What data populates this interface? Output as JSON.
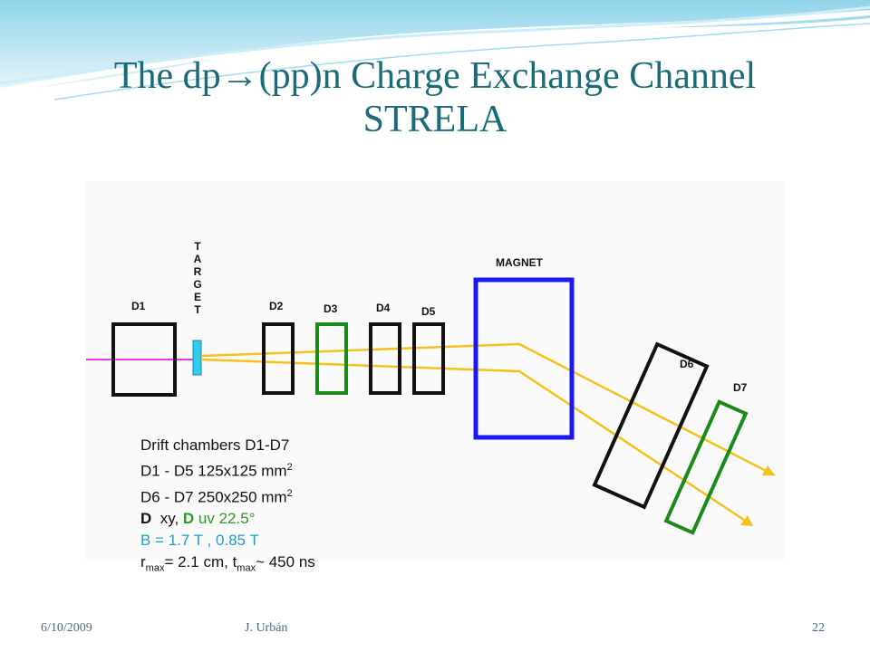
{
  "title": {
    "line1": "The dp→(pp)n Charge Exchange Channel",
    "line2": "STRELA"
  },
  "diagram": {
    "labels": {
      "target": [
        "T",
        "A",
        "R",
        "G",
        "E",
        "T"
      ],
      "d1": "D1",
      "d2": "D2",
      "d3": "D3",
      "d4": "D4",
      "d5": "D5",
      "d6": "D6",
      "d7": "D7",
      "magnet": "MAGNET"
    },
    "colors": {
      "chamber_black": "#111111",
      "chamber_green": "#1a8a1a",
      "magnet_blue": "#1a1aee",
      "beam_magenta": "#ee33ee",
      "track_yellow": "#f7c01a",
      "target_cyan": "#33ccee"
    }
  },
  "notes": {
    "line1": "Drift chambers D1-D7",
    "line2_main": "D1 - D5  125x125 mm",
    "line2_sup": "2",
    "line3_main": "D6 - D7  250x250 mm",
    "line3_sup": "2",
    "line4_d1": "D",
    "line4_xy": "  xy, ",
    "line4_d2": "D",
    "line4_uv": " uv 22.5°",
    "line5": "B = 1.7 T , 0.85 T",
    "line6_r": "r",
    "line6_r_sub": "max",
    "line6_mid": "= 2.1 cm, t",
    "line6_t_sub": "max",
    "line6_end": "~ 450 ns"
  },
  "footer": {
    "date": "6/10/2009",
    "author": "J. Urbán",
    "page": "22"
  }
}
